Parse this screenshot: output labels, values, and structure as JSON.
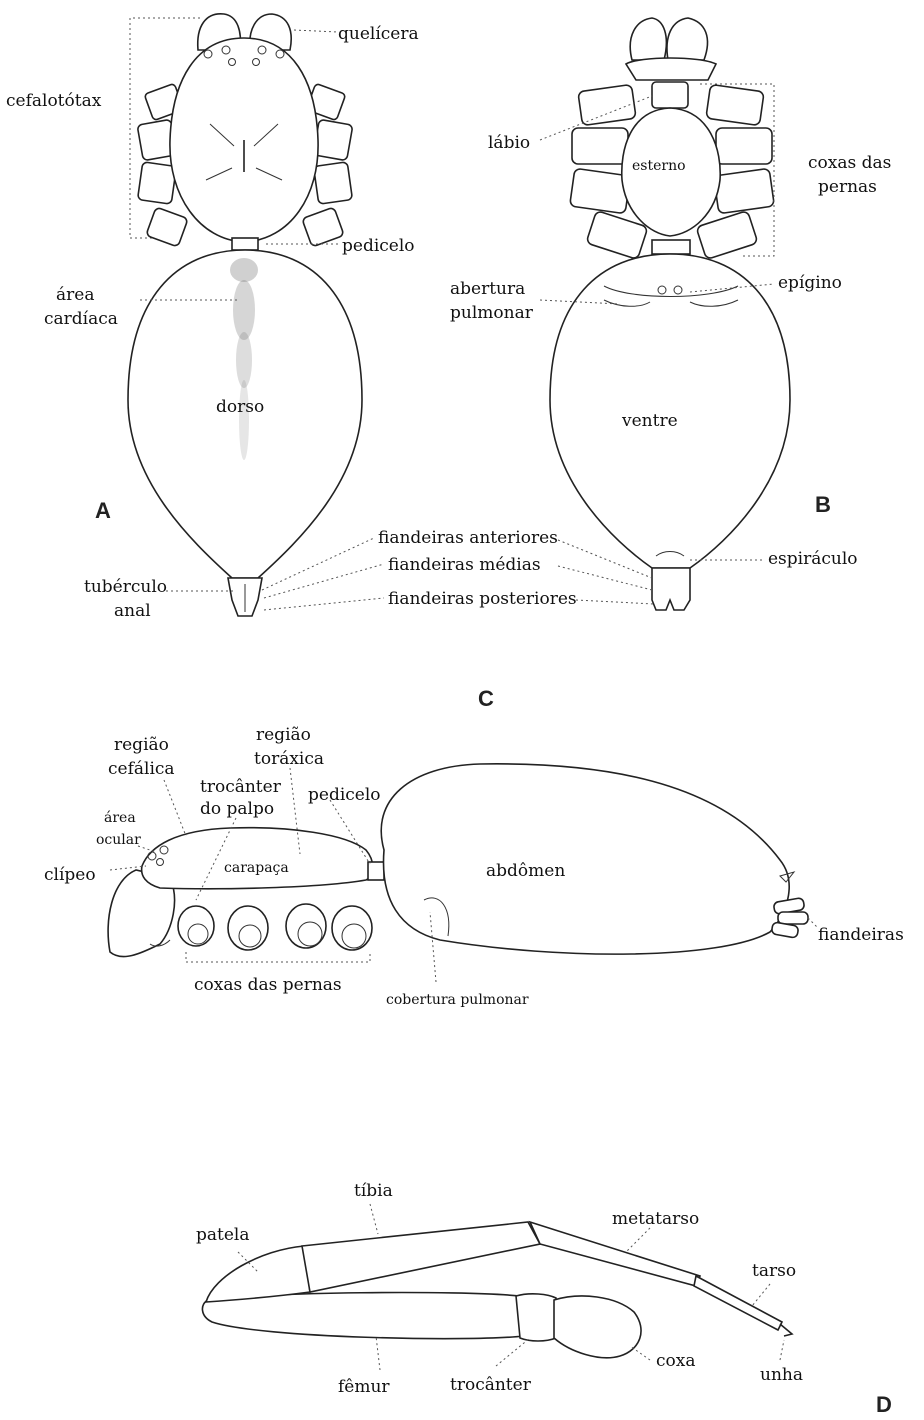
{
  "panels": {
    "a": "A",
    "b": "B",
    "c": "C",
    "d": "D"
  },
  "dorsal": {
    "quelicera": "quelícera",
    "cefalotorax": "cefalotótax",
    "pedicelo": "pedicelo",
    "area_cardiaca_1": "área",
    "area_cardiaca_2": "cardíaca",
    "dorso": "dorso",
    "tuberculo_1": "tubérculo",
    "tuberculo_2": "anal"
  },
  "spinnerets": {
    "anteriores": "fiandeiras anteriores",
    "medias": "fiandeiras médias",
    "posteriores": "fiandeiras posteriores"
  },
  "ventral": {
    "labio": "lábio",
    "esterno": "esterno",
    "coxas_1": "coxas das",
    "coxas_2": "pernas",
    "abertura_1": "abertura",
    "abertura_2": "pulmonar",
    "epigino": "epígino",
    "ventre": "ventre",
    "espiraculo": "espiráculo"
  },
  "lateral": {
    "regiao_cefalica_1": "região",
    "regiao_cefalica_2": "cefálica",
    "regiao_toraxica_1": "região",
    "regiao_toraxica_2": "toráxica",
    "trocanter_palpo_1": "trocânter",
    "trocanter_palpo_2": "do palpo",
    "pedicelo": "pedicelo",
    "area_ocular_1": "área",
    "area_ocular_2": "ocular",
    "clipeo": "clípeo",
    "carapaca": "carapaça",
    "abdomen": "abdômen",
    "fiandeiras": "fiandeiras",
    "coxas": "coxas das pernas",
    "cobertura": "cobertura pulmonar"
  },
  "leg": {
    "tibia": "tíbia",
    "patela": "patela",
    "metatarso": "metatarso",
    "tarso": "tarso",
    "coxa": "coxa",
    "femur": "fêmur",
    "trocanter": "trocânter",
    "unha": "unha"
  }
}
